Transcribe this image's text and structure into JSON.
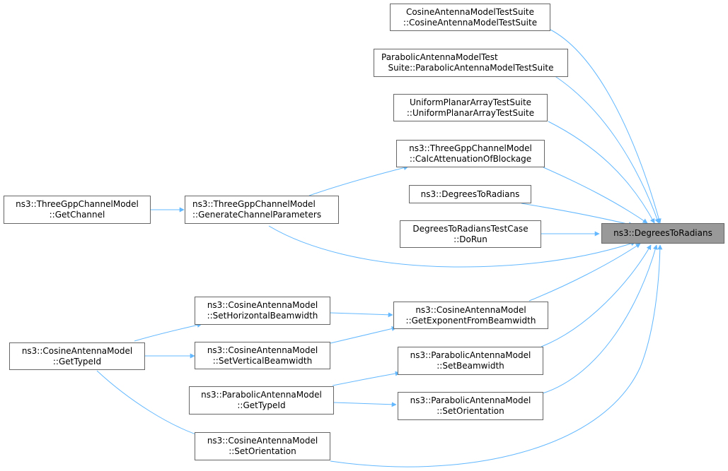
{
  "target": {
    "lines": [
      "ns3::DegreesToRadians"
    ]
  },
  "nodes": {
    "cosine_suite": {
      "lines": [
        "CosineAntennaModelTestSuite",
        "::CosineAntennaModelTestSuite"
      ]
    },
    "parabolic_suite": {
      "lines": [
        "ParabolicAntennaModelTest",
        "Suite::ParabolicAntennaModelTestSuite"
      ]
    },
    "upa_suite": {
      "lines": [
        "UniformPlanarArrayTestSuite",
        "::UniformPlanarArrayTestSuite"
      ]
    },
    "calc_atten": {
      "lines": [
        "ns3::ThreeGppChannelModel",
        "::CalcAttenuationOfBlockage"
      ]
    },
    "deg2rad_overload": {
      "lines": [
        "ns3::DegreesToRadians"
      ]
    },
    "deg2rad_testcase": {
      "lines": [
        "DegreesToRadiansTestCase",
        "::DoRun"
      ]
    },
    "get_channel": {
      "lines": [
        "ns3::ThreeGppChannelModel",
        "::GetChannel"
      ]
    },
    "gen_params": {
      "lines": [
        "ns3::ThreeGppChannelModel",
        "::GenerateChannelParameters"
      ]
    },
    "set_hbw": {
      "lines": [
        "ns3::CosineAntennaModel",
        "::SetHorizontalBeamwidth"
      ]
    },
    "get_exp": {
      "lines": [
        "ns3::CosineAntennaModel",
        "::GetExponentFromBeamwidth"
      ]
    },
    "cos_typeid": {
      "lines": [
        "ns3::CosineAntennaModel",
        "::GetTypeId"
      ]
    },
    "set_vbw": {
      "lines": [
        "ns3::CosineAntennaModel",
        "::SetVerticalBeamwidth"
      ]
    },
    "par_setbw": {
      "lines": [
        "ns3::ParabolicAntennaModel",
        "::SetBeamwidth"
      ]
    },
    "par_typeid": {
      "lines": [
        "ns3::ParabolicAntennaModel",
        "::GetTypeId"
      ]
    },
    "par_setorient": {
      "lines": [
        "ns3::ParabolicAntennaModel",
        "::SetOrientation"
      ]
    },
    "cos_setorient": {
      "lines": [
        "ns3::CosineAntennaModel",
        "::SetOrientation"
      ]
    }
  },
  "style": {
    "edge_color": "#63b8ff",
    "node_border": "#666666",
    "target_fill": "#999999"
  }
}
